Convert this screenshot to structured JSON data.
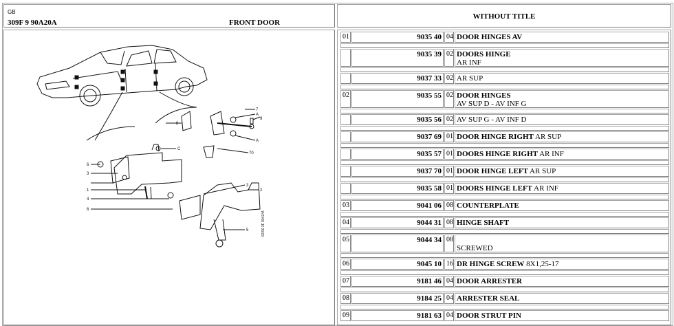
{
  "header": {
    "country": "GB",
    "reference": "309F 9 90A20A",
    "title": "FRONT DOOR",
    "list_title": "WITHOUT TITLE"
  },
  "diagram": {
    "labels": [
      "7",
      "A",
      "9",
      "8",
      "C",
      "A",
      "70",
      "6",
      "3",
      "1",
      "4",
      "6",
      "3",
      "2",
      "5"
    ],
    "side_code": "62/90   3F   904244"
  },
  "parts": [
    {
      "item": "01",
      "ref": "9035 40",
      "qty": "04",
      "desc_bold": "DOOR HINGES AV",
      "desc_line2": ""
    },
    {
      "item": "",
      "ref": "9035 39",
      "qty": "02",
      "desc_bold": "DOORS HINGE",
      "desc_line2": "AR INF"
    },
    {
      "item": "",
      "ref": "9037 33",
      "qty": "02",
      "desc_plain": "AR SUP"
    },
    {
      "item": "02",
      "ref": "9035 55",
      "qty": "02",
      "desc_bold": "DOOR HINGES",
      "desc_line2": "AV SUP D - AV INF G"
    },
    {
      "item": "",
      "ref": "9035 56",
      "qty": "02",
      "desc_plain": "AV SUP G - AV INF D"
    },
    {
      "item": "",
      "ref": "9037 69",
      "qty": "01",
      "desc_bold": "DOOR HINGE RIGHT",
      "desc_tail": " AR SUP"
    },
    {
      "item": "",
      "ref": "9035 57",
      "qty": "01",
      "desc_bold": "DOORS HINGE RIGHT",
      "desc_tail": " AR INF"
    },
    {
      "item": "",
      "ref": "9037 70",
      "qty": "01",
      "desc_bold": "DOOR HINGE LEFT",
      "desc_tail": " AR SUP"
    },
    {
      "item": "",
      "ref": "9035 58",
      "qty": "01",
      "desc_bold": "DOORS HINGE LEFT",
      "desc_tail": " AR INF"
    },
    {
      "item": "03",
      "ref": "9041 06",
      "qty": "08",
      "desc_bold": "COUNTERPLATE"
    },
    {
      "item": "04",
      "ref": "9044 31",
      "qty": "08",
      "desc_bold": "HINGE SHAFT"
    },
    {
      "item": "05",
      "ref": "9044 34",
      "qty": "08",
      "desc_bold": "",
      "desc_line2": "SCREWED"
    },
    {
      "item": "06",
      "ref": "9045 10",
      "qty": "16",
      "desc_bold": "DR HINGE SCREW",
      "desc_tail": " 8X1,25-17"
    },
    {
      "item": "07",
      "ref": "9181 46",
      "qty": "04",
      "desc_bold": "DOOR ARRESTER"
    },
    {
      "item": "08",
      "ref": "9184 25",
      "qty": "04",
      "desc_bold": "ARRESTER SEAL"
    },
    {
      "item": "09",
      "ref": "9181 63",
      "qty": "04",
      "desc_bold": "DOOR STRUT PIN"
    }
  ]
}
